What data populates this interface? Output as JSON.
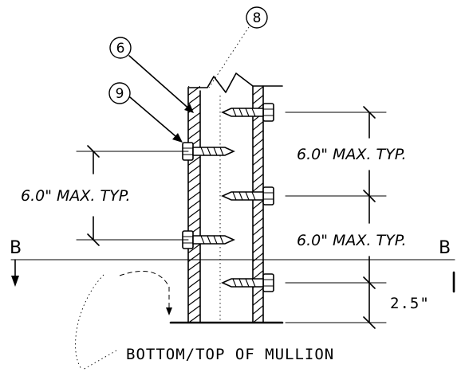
{
  "callouts": {
    "tag_6": "6",
    "tag_8": "8",
    "tag_9": "9"
  },
  "dimensions": {
    "spacing_left": "6.0\" MAX. TYP.",
    "spacing_right_top": "6.0\" MAX. TYP.",
    "spacing_right_bottom": "6.0\" MAX. TYP.",
    "end_distance": "2.5\""
  },
  "section": {
    "left_letter": "B",
    "right_letter": "B"
  },
  "labels": {
    "bottom_note": "BOTTOM/TOP OF MULLION"
  }
}
